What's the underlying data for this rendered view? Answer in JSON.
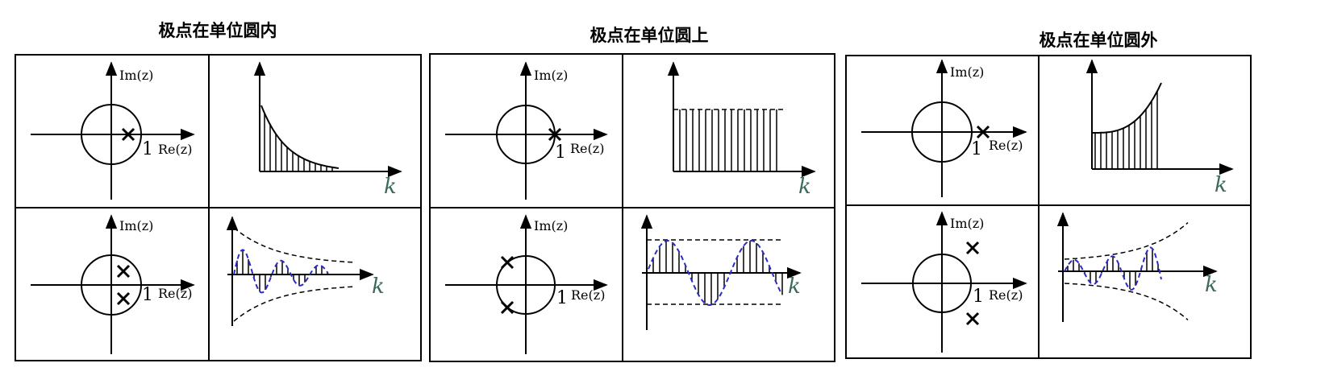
{
  "panels": [
    {
      "title": "极点在单位圆内",
      "top": {
        "im": "Im(z)",
        "re": "Re(z)",
        "one": "1",
        "k": "k"
      },
      "bottom": {
        "im": "Im(z)",
        "re": "Re(z)",
        "one": "1",
        "k": "k"
      }
    },
    {
      "title": "极点在单位圆上",
      "top": {
        "im": "Im(z)",
        "re": "Re(z)",
        "one": "1",
        "k": "k"
      },
      "bottom": {
        "im": "Im(z)",
        "re": "Re(z)",
        "one": "1",
        "k": "k"
      }
    },
    {
      "title": "极点在单位圆外",
      "top": {
        "im": "Im(z)",
        "re": "Re(z)",
        "one": "1",
        "k": "k"
      },
      "bottom": {
        "im": "Im(z)",
        "re": "Re(z)",
        "one": "1",
        "k": "k"
      }
    }
  ],
  "colors": {
    "line": "#000000",
    "envelope_dashed": "#000000",
    "sinusoid_dashed": "#2b2bcc",
    "k_label": "#3a6a5a"
  }
}
